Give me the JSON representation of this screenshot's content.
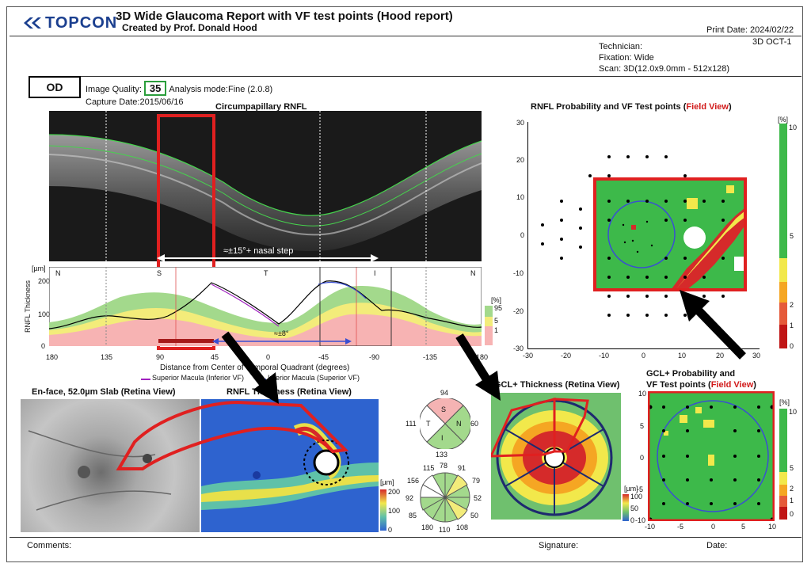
{
  "header": {
    "brand": "TOPCON",
    "title": "3D Wide Glaucoma Report with VF test points (Hood report)",
    "subtitle": "Created by Prof. Donald Hood",
    "print_date": "Print Date: 2024/02/22",
    "device": "3D OCT-1",
    "technician": "Technician:",
    "fixation": "Fixation: Wide",
    "scan": "Scan: 3D(12.0x9.0mm - 512x128)"
  },
  "patient": {
    "eye": "OD",
    "image_quality_label": "Image Quality:",
    "image_quality_value": "35",
    "analysis_mode": "Analysis mode:Fine (2.0.8)",
    "capture_date": "Capture Date:2015/06/16"
  },
  "rnfl_circ": {
    "title": "Circumpapillary RNFL",
    "annotation_main": "≈±15°+ nasal step",
    "annotation_small": "≈±8°",
    "y_label": "RNFL Thickness",
    "y_unit": "[µm]",
    "y_ticks": [
      "200",
      "100",
      "0"
    ],
    "x_ticks": [
      "180",
      "135",
      "90",
      "45",
      "0",
      "-45",
      "-90",
      "-135",
      "-180"
    ],
    "quadrants": [
      "N",
      "S",
      "T",
      "I",
      "N"
    ],
    "x_label": "Distance from Center of Temporal Quadrant (degrees)",
    "legend_superior": "Superior Macula (Inferior VF)",
    "legend_inferior": "Inferior Macula (Superior VF)",
    "pct_unit": "[%]",
    "pct_ticks": [
      "95",
      "5",
      "1"
    ]
  },
  "rnfl_prob": {
    "title_prefix": "RNFL Probability and VF Test points (",
    "title_view": "Field View",
    "title_suffix": ")",
    "y_ticks": [
      "30",
      "20",
      "10",
      "0",
      "-10",
      "-20",
      "-30"
    ],
    "x_ticks": [
      "-30",
      "-20",
      "-10",
      "0",
      "10",
      "20",
      "30"
    ],
    "scale_unit": "[%]",
    "scale_ticks": [
      "10",
      "5",
      "2",
      "1",
      "0"
    ]
  },
  "enface": {
    "title": "En-face, 52.0µm Slab (Retina View)"
  },
  "rnfl_thickness_map": {
    "title": "RNFL Thickness (Retina View)",
    "unit": "[µm]",
    "ticks": [
      "200",
      "100",
      "0"
    ]
  },
  "sector_quadrant": {
    "top": "94",
    "left": "111",
    "right": "60",
    "bottom": "133",
    "labels": [
      "S",
      "T",
      "N",
      "I"
    ]
  },
  "sector_clock": {
    "values": [
      "115",
      "78",
      "91",
      "79",
      "52",
      "50",
      "108",
      "110",
      "180",
      "85",
      "92",
      "156"
    ]
  },
  "gcl_thickness": {
    "title": "GCL+ Thickness (Retina View)",
    "unit": "[µm]",
    "ticks": [
      "100",
      "50",
      "0"
    ]
  },
  "gcl_prob": {
    "title_line1": "GCL+ Probability and",
    "title_prefix": "VF Test points (",
    "title_view": "Field View",
    "title_suffix": ")",
    "y_ticks": [
      "10",
      "5",
      "0",
      "-5",
      "-10"
    ],
    "x_ticks": [
      "-10",
      "-5",
      "0",
      "5",
      "10"
    ],
    "scale_unit": "[%]",
    "scale_ticks": [
      "10",
      "5",
      "2",
      "1",
      "0"
    ]
  },
  "footer": {
    "comments": "Comments:",
    "signature": "Signature:",
    "date": "Date:"
  },
  "colors": {
    "normal_green": "#3db94a",
    "borderline_yellow": "#f2e84b",
    "abnormal_red": "#d52a2a",
    "annotation_red": "#e02020",
    "brand_blue": "#1b3f8f"
  }
}
